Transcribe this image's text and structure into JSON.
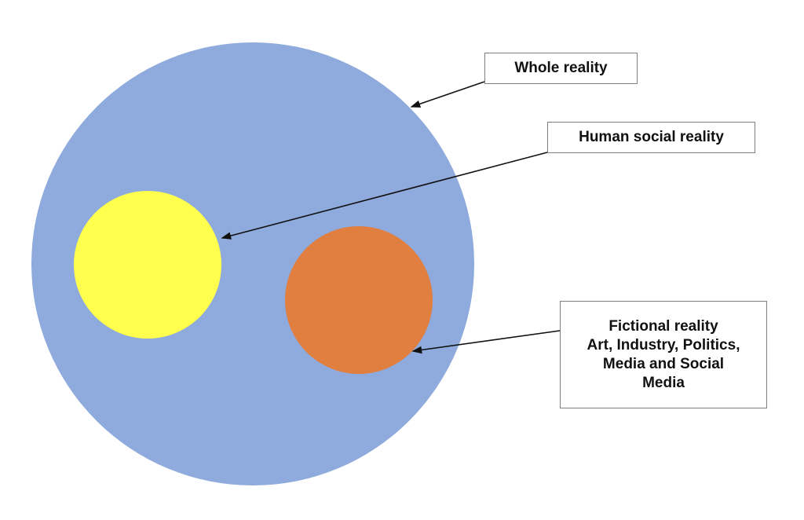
{
  "colors": {
    "whole_reality": "#8faadc",
    "human_social_reality": "#ffff4d",
    "fictional_reality": "#e07f3f"
  },
  "labels": {
    "whole": "Whole reality",
    "human": "Human social reality",
    "fictional_lines": [
      "Fictional reality",
      "Art, Industry, Politics,",
      "Media and Social",
      "Media"
    ]
  }
}
